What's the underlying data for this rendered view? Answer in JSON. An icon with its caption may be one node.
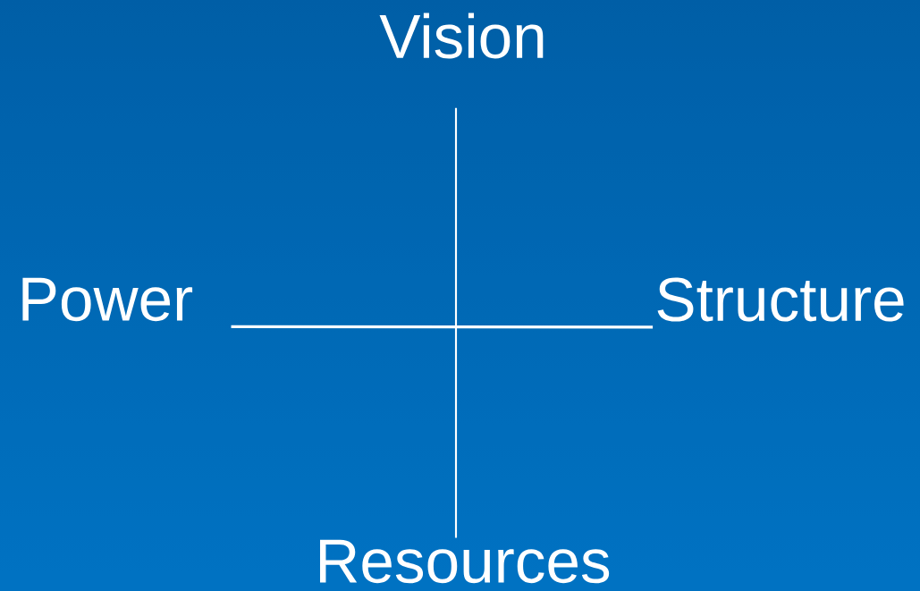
{
  "diagram": {
    "nodes": [
      {
        "text": [
          "Vision"
        ]
      },
      {
        "text": [
          "Power"
        ]
      },
      {
        "text": [
          "Structure"
        ]
      },
      {
        "text": [
          "Resources"
        ]
      }
    ],
    "edges": [
      {
        "from": 0,
        "to": 3,
        "arrow": "none"
      },
      {
        "from": 1,
        "to": 2,
        "arrow": "none"
      }
    ]
  }
}
